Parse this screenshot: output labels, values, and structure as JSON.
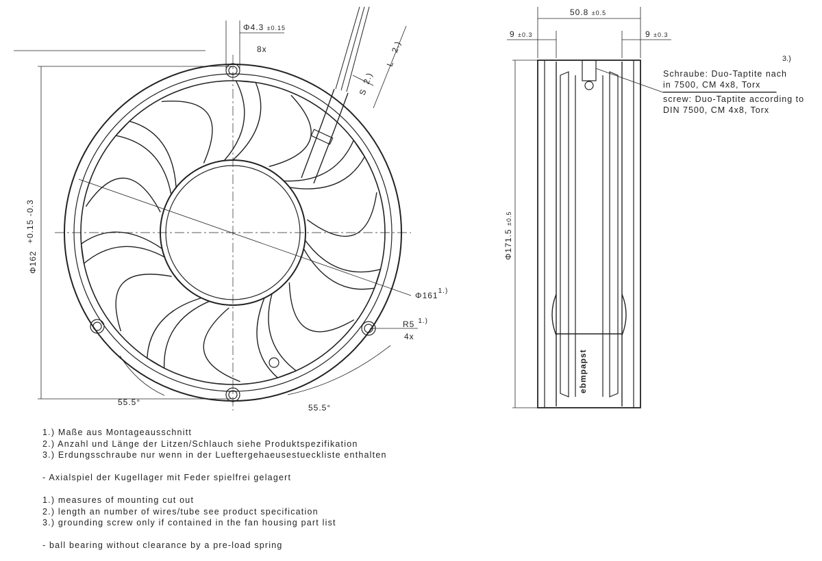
{
  "front_view": {
    "hole_dim": "Φ4.3",
    "hole_tol": "±0.15",
    "hole_count": "8x",
    "outer_dim": "Φ162",
    "outer_tol_plus": "+0.15",
    "outer_tol_minus": "-0.3",
    "cutout_dim": "Φ161",
    "cutout_ref": "1.)",
    "radius_dim": "R5",
    "radius_ref": "1.)",
    "radius_count": "4x",
    "angle_left": "55.5°",
    "angle_right": "55.5°",
    "wire_length_label": "L",
    "wire_length_ref": "2.)",
    "sleeve_label": "S",
    "sleeve_ref": "2.)"
  },
  "side_view": {
    "width_dim": "50.8",
    "width_tol": "±0.5",
    "flange_left": "9",
    "flange_left_tol": "±0.3",
    "flange_right": "9",
    "flange_right_tol": "±0.3",
    "height_dim": "Φ171.5",
    "height_tol": "±0.5",
    "brand": "ebmpapst"
  },
  "screw_note": {
    "ref": "3.)",
    "de_line1": "Schraube: Duo-Taptite nach",
    "de_line2": "in 7500, CM 4x8, Torx",
    "en_line1": "screw: Duo-Taptite according to",
    "en_line2": "DIN 7500, CM 4x8, Torx"
  },
  "notes": {
    "de": [
      "1.) Maße aus Montageausschnitt",
      "2.) Anzahl und Länge der Litzen/Schlauch siehe Produktspezifikation",
      "3.) Erdungsschraube nur wenn in der Lueftergehaeusestueckliste enthalten"
    ],
    "de_bearing": "- Axialspiel der Kugellager mit Feder spielfrei gelagert",
    "en": [
      "1.) measures of mounting cut out",
      "2.) length an number of wires/tube see product specification",
      "3.) grounding screw only if contained in the fan housing part list"
    ],
    "en_bearing": "- ball bearing without clearance by a pre-load spring"
  }
}
